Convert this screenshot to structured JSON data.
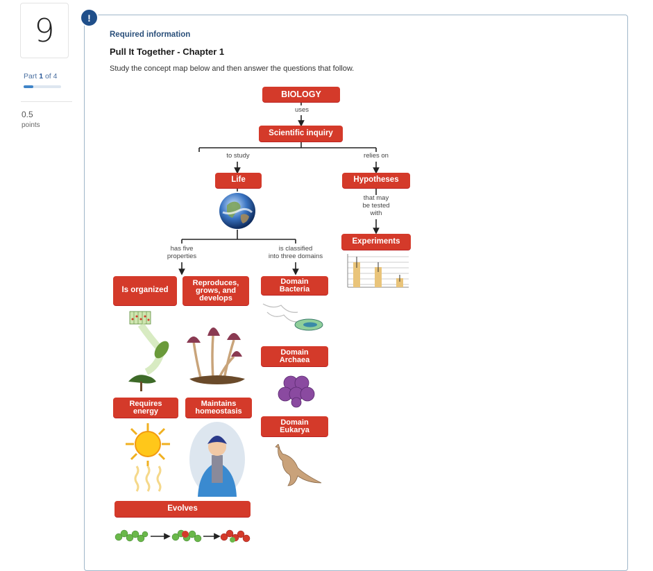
{
  "question": {
    "number": "9",
    "part_prefix": "Part",
    "part_current": "1",
    "part_suffix": "of 4",
    "part_progress": 0.25,
    "points_value": "0.5",
    "points_label": "points"
  },
  "header": {
    "alert_icon": "!",
    "required_label": "Required information",
    "section_title": "Pull It Together - Chapter 1",
    "instructions": "Study the concept map below and then answer the questions that follow."
  },
  "concept_map": {
    "nodes": {
      "biology": "BIOLOGY",
      "scientific_inquiry": "Scientific inquiry",
      "life": "Life",
      "hypotheses": "Hypotheses",
      "experiments": "Experiments",
      "is_organized": "Is organized",
      "reproduces": "Reproduces,\ngrows, and\ndevelops",
      "domain_bacteria": "Domain\nBacteria",
      "domain_archaea": "Domain\nArchaea",
      "domain_eukarya": "Domain\nEukarya",
      "requires_energy": "Requires\nenergy",
      "maintains_homeostasis": "Maintains\nhomeostasis",
      "evolves": "Evolves"
    },
    "edges": {
      "uses": "uses",
      "to_study": "to study",
      "relies_on": "relies on",
      "may_be_tested": "that may\nbe tested\nwith",
      "has_five_properties": "has five\nproperties",
      "classified": "is classified\ninto three domains"
    },
    "icons": {
      "earth": "earth-globe-icon",
      "bar_graph": "bar-graph-icon",
      "plant_cells": "plant-cells-icon",
      "mushrooms": "mushroom-icon",
      "bacteria": "bacteria-icon",
      "archaea": "archaea-icon",
      "kangaroo": "kangaroo-icon",
      "sun": "sun-icon",
      "person": "person-in-coat-icon",
      "evolution": "evolving-population-icon"
    }
  },
  "colors": {
    "node_red": "#d43a2a",
    "accent_blue": "#1f4f8a",
    "progress_blue": "#3f84c8"
  }
}
